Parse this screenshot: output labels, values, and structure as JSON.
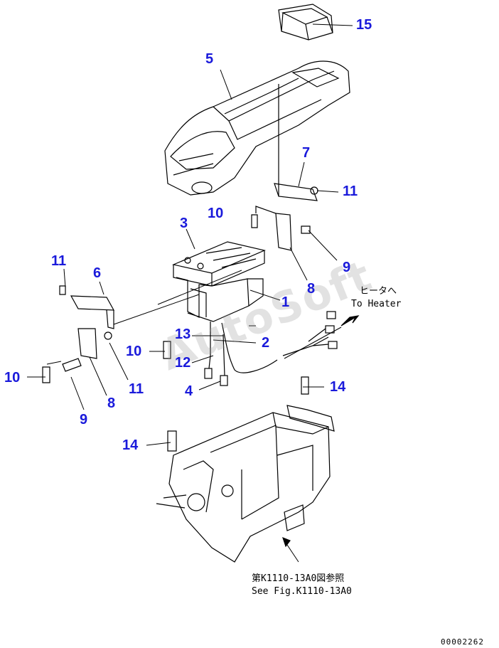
{
  "colors": {
    "callout": "#1a1adb",
    "line": "#000000",
    "watermark": "#969696"
  },
  "callouts": {
    "c15": "15",
    "c5": "5",
    "c7": "7",
    "c11_top": "11",
    "c10_top": "10",
    "c3": "3",
    "c9_right": "9",
    "c8_right": "8",
    "c11_left": "11",
    "c6": "6",
    "c1": "1",
    "c13": "13",
    "c2": "2",
    "c10_left": "10",
    "c12": "12",
    "c10_far": "10",
    "c11_mid": "11",
    "c4": "4",
    "c8_left": "8",
    "c9_left": "9",
    "c14_right": "14",
    "c14_left": "14"
  },
  "notes": {
    "heater_jp": "ヒータへ",
    "heater_en": "To Heater",
    "ref_jp": "第K1110-13A0図参照",
    "ref_en": "See Fig.K1110-13A0",
    "figure_code": "00002262"
  },
  "watermark": "AutoSoft"
}
